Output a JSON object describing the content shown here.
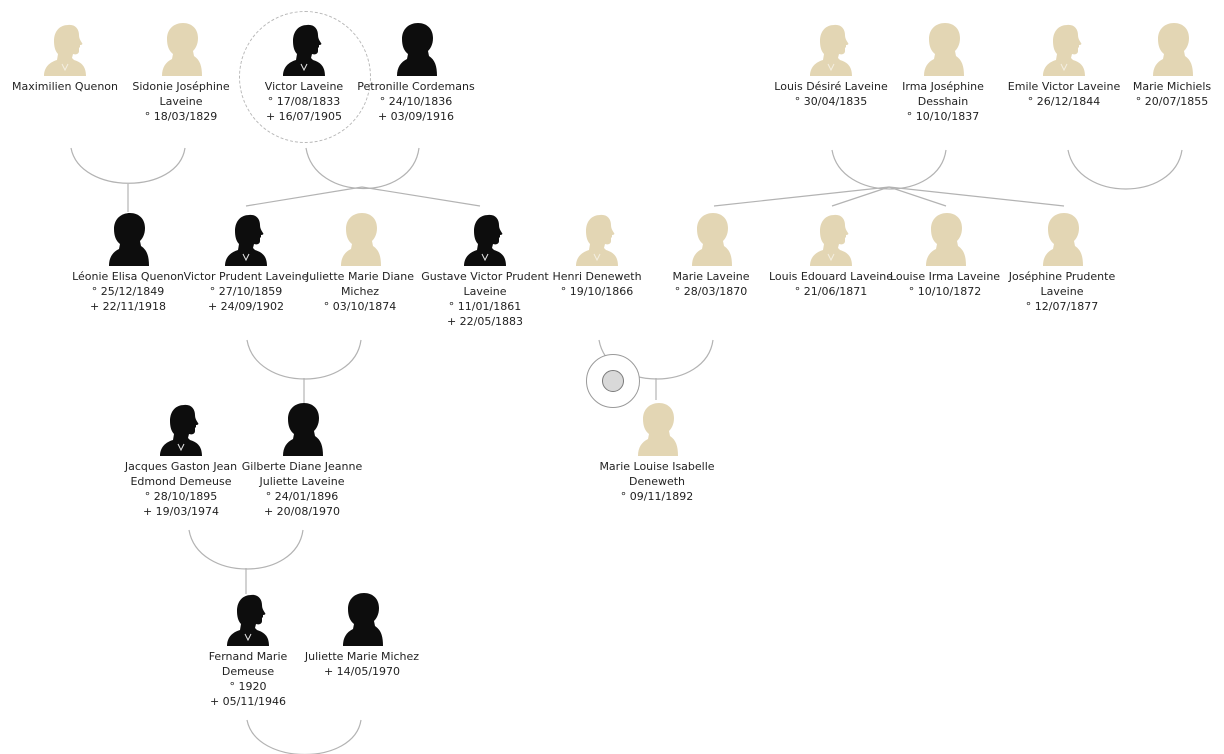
{
  "colors": {
    "known": "#0d0d0d",
    "unknown": "#e3d6b4",
    "line": "#b3b3b3"
  },
  "people": [
    {
      "id": "p1",
      "gender": "m",
      "known": false,
      "name": "Maximilien Quenon",
      "dates": []
    },
    {
      "id": "p2",
      "gender": "f",
      "known": false,
      "name": "Sidonie Joséphine Laveine",
      "dates": [
        "° 18/03/1829"
      ]
    },
    {
      "id": "p3",
      "gender": "m",
      "known": true,
      "selected": true,
      "name": "Victor Laveine",
      "dates": [
        "° 17/08/1833",
        "+ 16/07/1905"
      ]
    },
    {
      "id": "p4",
      "gender": "f",
      "known": true,
      "name": "Petronille Cordemans",
      "dates": [
        "° 24/10/1836",
        "+ 03/09/1916"
      ]
    },
    {
      "id": "p5",
      "gender": "m",
      "known": false,
      "name": "Louis Désiré Laveine",
      "dates": [
        "° 30/04/1835"
      ]
    },
    {
      "id": "p6",
      "gender": "f",
      "known": false,
      "name": "Irma Joséphine Desshain",
      "dates": [
        "° 10/10/1837"
      ]
    },
    {
      "id": "p7",
      "gender": "m",
      "known": false,
      "name": "Emile Victor Laveine",
      "dates": [
        "° 26/12/1844"
      ]
    },
    {
      "id": "p8",
      "gender": "f",
      "known": false,
      "name": "Marie Michiels",
      "dates": [
        "° 20/07/1855"
      ]
    },
    {
      "id": "p9",
      "gender": "f",
      "known": true,
      "name": "Léonie Elisa Quenon",
      "dates": [
        "° 25/12/1849",
        "+ 22/11/1918"
      ]
    },
    {
      "id": "p10",
      "gender": "m",
      "known": true,
      "name": "Victor Prudent Laveine",
      "dates": [
        "° 27/10/1859",
        "+ 24/09/1902"
      ]
    },
    {
      "id": "p11",
      "gender": "f",
      "known": false,
      "name": "Juliette Marie Diane Michez",
      "dates": [
        "° 03/10/1874"
      ]
    },
    {
      "id": "p12",
      "gender": "m",
      "known": true,
      "name": "Gustave Victor Prudent Laveine",
      "dates": [
        "° 11/01/1861",
        "+ 22/05/1883"
      ]
    },
    {
      "id": "p13",
      "gender": "m",
      "known": false,
      "name": "Henri Deneweth",
      "dates": [
        "° 19/10/1866"
      ]
    },
    {
      "id": "p14",
      "gender": "f",
      "known": false,
      "name": "Marie Laveine",
      "dates": [
        "° 28/03/1870"
      ]
    },
    {
      "id": "p15",
      "gender": "m",
      "known": false,
      "name": "Louis Edouard Laveine",
      "dates": [
        "° 21/06/1871"
      ]
    },
    {
      "id": "p16",
      "gender": "f",
      "known": false,
      "name": "Louise Irma Laveine",
      "dates": [
        "° 10/10/1872"
      ]
    },
    {
      "id": "p17",
      "gender": "f",
      "known": false,
      "name": "Joséphine Prudente Laveine",
      "dates": [
        "° 12/07/1877"
      ]
    },
    {
      "id": "p18",
      "gender": "m",
      "known": true,
      "name": "Jacques Gaston Jean Edmond Demeuse",
      "dates": [
        "° 28/10/1895",
        "+ 19/03/1974"
      ]
    },
    {
      "id": "p19",
      "gender": "f",
      "known": true,
      "name": "Gilberte Diane Jeanne Juliette Laveine",
      "dates": [
        "° 24/01/1896",
        "+ 20/08/1970"
      ]
    },
    {
      "id": "p20",
      "gender": "f",
      "known": false,
      "name": "Marie Louise Isabelle Deneweth",
      "dates": [
        "° 09/11/1892"
      ]
    },
    {
      "id": "p21",
      "gender": "m",
      "known": true,
      "name": "Fernand Marie Demeuse",
      "dates": [
        "° 1920",
        "+ 05/11/1946"
      ]
    },
    {
      "id": "p22",
      "gender": "f",
      "known": true,
      "name": "Juliette Marie Michez",
      "dates": [
        "+ 14/05/1970"
      ]
    }
  ]
}
